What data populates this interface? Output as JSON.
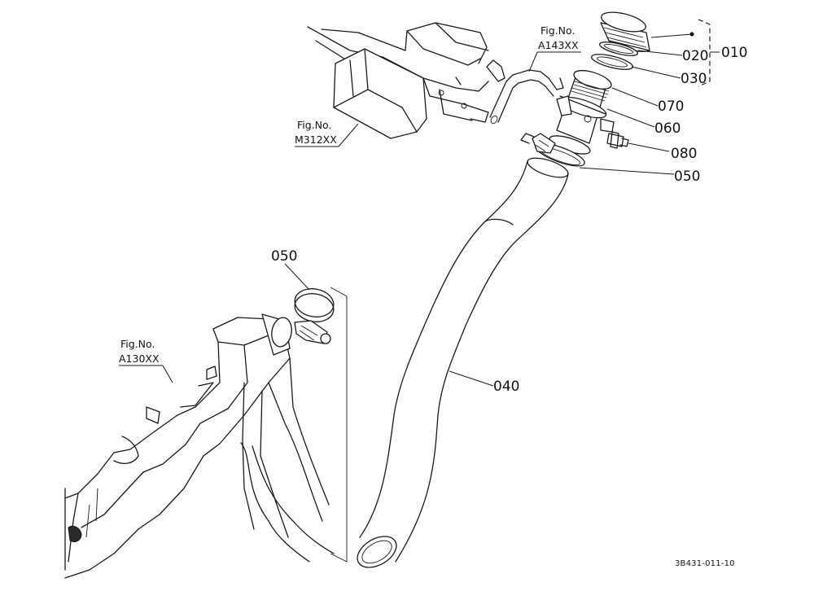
{
  "parts": [
    {
      "key": "p010",
      "number": "010"
    },
    {
      "key": "p020",
      "number": "020"
    },
    {
      "key": "p030",
      "number": "030"
    },
    {
      "key": "p070",
      "number": "070"
    },
    {
      "key": "p060",
      "number": "060"
    },
    {
      "key": "p080",
      "number": "080"
    },
    {
      "key": "p050a",
      "number": "050"
    },
    {
      "key": "p050b",
      "number": "050"
    },
    {
      "key": "p040",
      "number": "040"
    }
  ],
  "figure_refs": [
    {
      "key": "a143",
      "label": "Fig.No.",
      "number": "A143XX"
    },
    {
      "key": "m312",
      "label": "Fig.No.",
      "number": "M312XX"
    },
    {
      "key": "a130",
      "label": "Fig.No.",
      "number": "A130XX"
    }
  ],
  "drawing_code": "3B431-011-10"
}
